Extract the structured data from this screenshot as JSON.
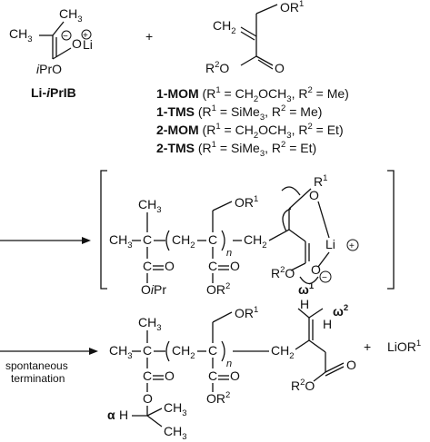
{
  "scheme": {
    "initiator": {
      "label": "Li-",
      "label_italic": "i",
      "label_rest": "PrIB",
      "ch3_top": "CH",
      "ch3_top_sub": "3",
      "ch3_left": "CH",
      "ch3_left_sub": "3",
      "o_minus": "O",
      "li_plus": "Li",
      "ipro_i": "i",
      "ipro_rest": "PrO",
      "plus_charge": "+",
      "minus_charge": "−"
    },
    "plus_1": "+",
    "monomer": {
      "ch2": "CH",
      "ch2_sub": "2",
      "or1": "OR",
      "or1_sup": "1",
      "r2o": "R",
      "r2o_sup": "2",
      "r2o_o": "O",
      "o_carbonyl": "O"
    },
    "monomer_list": [
      {
        "name": "1-MOM",
        "r1": "CH",
        "r1_sub": "2",
        "r1_rest": "OCH",
        "r1_rest_sub": "3",
        "r2": "Me"
      },
      {
        "name": "1-TMS",
        "r1": "SiMe",
        "r1_sub": "3",
        "r1_rest": "",
        "r1_rest_sub": "",
        "r2": "Me"
      },
      {
        "name": "2-MOM",
        "r1": "CH",
        "r1_sub": "2",
        "r1_rest": "OCH",
        "r1_rest_sub": "3",
        "r2": "Et"
      },
      {
        "name": "2-TMS",
        "r1": "SiMe",
        "r1_sub": "3",
        "r1_rest": "",
        "r1_rest_sub": "",
        "r2": "Et"
      }
    ],
    "intermediate": {
      "ch3_top": "CH",
      "ch3_sub": "3",
      "ch3_left": "CH",
      "c_center": "C",
      "ch2": "CH",
      "ch2_sub": "2",
      "c2": "C",
      "n_label": "n",
      "ch2_end": "CH",
      "or1": "OR",
      "or1_sup": "1",
      "r1": "R",
      "r1_sup": "1",
      "o_top": "O",
      "li": "Li",
      "o_bottom": "O",
      "c_o": "C",
      "o_eq": "O",
      "o_ipr_o": "O",
      "o_ipr_i": "i",
      "o_ipr_rest": "Pr",
      "or2": "OR",
      "or2_sup": "2",
      "r2o": "R",
      "r2o_sup": "2",
      "r2o_o": "O",
      "plus": "+",
      "minus": "−"
    },
    "termination": {
      "label_line1": "spontaneous",
      "label_line2": "termination"
    },
    "product": {
      "omega1": "ω",
      "omega1_sup": "1",
      "omega2": "ω",
      "omega2_sup": "2",
      "h1": "H",
      "h2": "H",
      "ch3_top": "CH",
      "ch3_sub": "3",
      "ch3_left": "CH",
      "c_center": "C",
      "ch2": "CH",
      "ch2_sub": "2",
      "c2": "C",
      "n_label": "n",
      "ch2_end": "CH",
      "or1": "OR",
      "or1_sup": "1",
      "c_o": "C",
      "o_eq": "O",
      "o_link": "O",
      "or2": "OR",
      "or2_sup": "2",
      "r2o": "R",
      "r2o_sup": "2",
      "r2o_o": "O",
      "o_carbonyl": "O",
      "alpha": "α",
      "alpha_h": "H",
      "ch3_a": "CH",
      "ch3_b": "CH"
    },
    "plus_2": "+",
    "lior1": "LiOR",
    "lior1_sup": "1"
  }
}
